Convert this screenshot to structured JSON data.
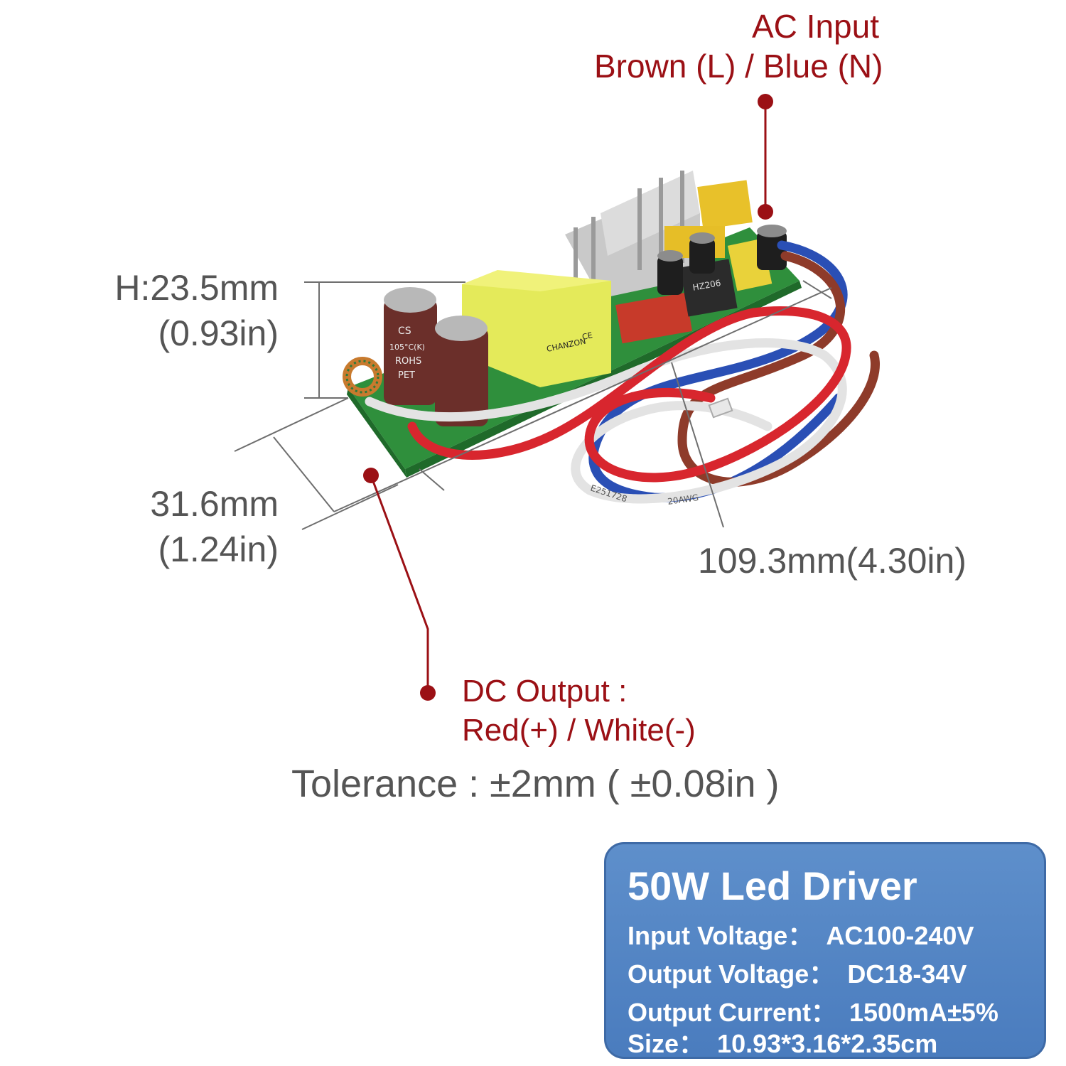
{
  "ac_input": {
    "line1": "AC Input",
    "line2": "Brown (L) / Blue (N)"
  },
  "dc_output": {
    "line1": "DC Output :",
    "line2": "Red(+) / White(-)"
  },
  "dimensions": {
    "height_mm": "H:23.5mm",
    "height_in": "(0.93in)",
    "width_mm": "31.6mm",
    "width_in": "(1.24in)",
    "length": "109.3mm(4.30in)"
  },
  "tolerance": "Tolerance : ±2mm ( ±0.08in )",
  "pcb": {
    "capacitor_text_1": "CS",
    "capacitor_text_2": "105°C(K)",
    "capacitor_text_3": "ROHS",
    "capacitor_text_4": "PET",
    "bridge_label": "HZ206",
    "transformer_brand": "CHANZON",
    "transformer_ce": "CE",
    "wire_print_1": "E251728",
    "wire_print_2": "20AWG"
  },
  "spec": {
    "title": "50W Led Driver",
    "rows": [
      {
        "label": "Input Voltage：",
        "value": "AC100-240V"
      },
      {
        "label": "Output Voltage：",
        "value": "DC18-34V"
      },
      {
        "label": "Output Current：",
        "value": "1500mA±5%"
      },
      {
        "label": "Size：",
        "value": "10.93*3.16*2.35cm"
      }
    ]
  },
  "colors": {
    "annotation_red": "#9b1015",
    "dimension_gray": "#555555",
    "panel_blue": "#4a7cbe",
    "pcb_green": "#2f8f3c",
    "wire_red": "#d8262e",
    "wire_blue": "#2a4fb5",
    "wire_brown": "#8e3b2a",
    "wire_white": "#f2f2f2"
  }
}
